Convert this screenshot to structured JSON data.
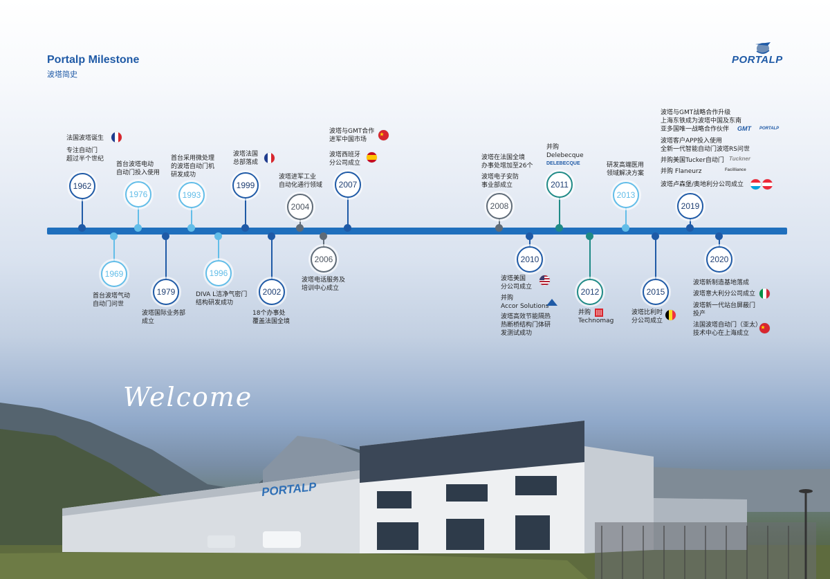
{
  "header": {
    "title_en": "Portalp Milestone",
    "title_cn": "波塔简史",
    "logo_text": "PORTALP"
  },
  "welcome_text": "Welcome",
  "building_sign": "PORTALP",
  "timeline": {
    "y1962": "1962",
    "t1962a": "法国波塔诞生",
    "t1962b1": "专注自动门",
    "t1962b2": "超过半个世纪",
    "y1969": "1969",
    "t1969a": "首台波塔气动",
    "t1969b": "自动门问世",
    "y1976": "1976",
    "t1976a": "首台波塔电动",
    "t1976b": "自动门投入使用",
    "y1979": "1979",
    "t1979a": "波塔国际业务部",
    "t1979b": "成立",
    "y1993": "1993",
    "t1993a": "首台采用微处理",
    "t1993b": "的波塔自动门机",
    "t1993c": "研发成功",
    "y1996": "1996",
    "t1996a": "DIVA L洁净气密门",
    "t1996b": "结构研发成功",
    "y1999": "1999",
    "t1999a": "波塔法国",
    "t1999b": "总部落成",
    "y2002": "2002",
    "t2002a": "18个办事处",
    "t2002b": "覆盖法国全境",
    "y2004": "2004",
    "t2004a": "波塔进军工业",
    "t2004b": "自动化通行领域",
    "y2006": "2006",
    "t2006a": "波塔电话服务及",
    "t2006b": "培训中心成立",
    "y2007": "2007",
    "t2007a": "波塔与GMT合作",
    "t2007b": "进军中国市场",
    "t2007c": "波塔西班牙",
    "t2007d": "分公司成立",
    "y2008": "2008",
    "t2008a": "波塔在法国全境",
    "t2008b": "办事处增加至26个",
    "t2008c": "波塔电子安防",
    "t2008d": "事业部成立",
    "y2010": "2010",
    "t2010a": "波塔美国",
    "t2010b": "分公司成立",
    "t2010c": "并购",
    "t2010d": "Accor Solutions",
    "t2010e": "波塔高效节能隔热",
    "t2010f": "热断桥结构门体研",
    "t2010g": "发测试成功",
    "y2011": "2011",
    "t2011a": "并购",
    "t2011b": "Delebecque",
    "t2011logo": "DELEBECQUE",
    "y2012": "2012",
    "t2012a": "并购",
    "t2012b": "Technomag",
    "y2013": "2013",
    "t2013a": "研发高端医用",
    "t2013b": "领域解决方案",
    "y2015": "2015",
    "t2015a": "波塔比利时",
    "t2015b": "分公司成立",
    "y2019": "2019",
    "t2019a": "波塔与GMT战略合作升级",
    "t2019b": "上海东铁成为波塔中国及东南",
    "t2019c": "亚多国唯一战略合作伙伴",
    "t2019d": "波塔客户APP投入使用",
    "t2019e": "全新一代智能自动门波塔RS问世",
    "t2019f": "并购美国Tucker自动门",
    "t2019g": "并购 Flaneurz",
    "t2019h": "波塔卢森堡/奥地利分公司成立",
    "gmt_logo": "GMT",
    "portalp_mini": "PORTALP",
    "tucker_logo": "Tuckner",
    "facilliance_logo": "Facilliance",
    "y2020": "2020",
    "t2020a": "波塔新制造基地落成",
    "t2020b": "波塔意大利分公司成立",
    "t2020c": "波塔新一代站台屏蔽门",
    "t2020d": "投产",
    "t2020e": "法国波塔自动门（亚太）",
    "t2020f": "技术中心在上海成立"
  },
  "colors": {
    "dark": "#1f5aa6",
    "light": "#62bde8",
    "grey": "#5f6b77",
    "teal": "#1f8a86",
    "bar": "#1f6fbd"
  }
}
